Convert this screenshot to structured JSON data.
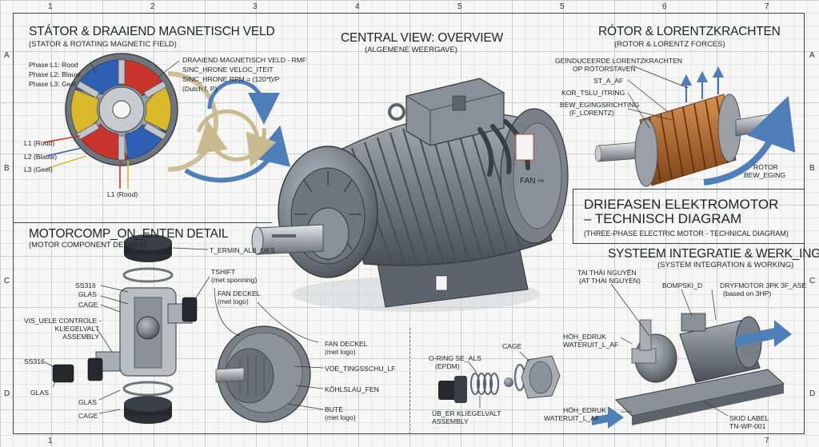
{
  "grid_columns": [
    "1",
    "2",
    "3",
    "4",
    "5",
    "5",
    "6",
    "7"
  ],
  "grid_rows_left": [
    "A",
    "B",
    "C",
    "D"
  ],
  "grid_rows_right": [
    "A",
    "B",
    "C",
    "D"
  ],
  "stator": {
    "title": "STÁTOR & DRAAIEND MAGNETISCH VELD",
    "subtitle": "(STATOR & ROTATING MAGNETIC FIELD)",
    "phase1": "Phase L1: Rood",
    "phase2": "Phase L2: Blauw",
    "phase3": "Phase L3: Geel",
    "rmf1": "DRAAIEND MAGNETISCH VELD - RMF",
    "rmf2": "SINC_HRONE VELOC_ITEIT",
    "rmf3": "SINC_HRONE RPM = (120*f)/P",
    "rmf4": "(Dutch f, P)",
    "l1": "L1 (Rood)",
    "l2": "L2 (Blauw)",
    "l3": "L3 (Geel)",
    "l1b": "L1 (Rood)"
  },
  "central": {
    "title": "CENTRAL VIEW: OVERVIEW",
    "subtitle": "(ALGEMENE WEERGAVE)",
    "fan_label": "FAN ⇨"
  },
  "rotor": {
    "title": "RÓTOR & LORENTZKRACHTEN",
    "subtitle": "(ROTOR & LORENTZ FORCES)",
    "l1": "GEÏNDUCEERDE LORENTZKRACHTEN",
    "l1b": "OP RÓTORSTAVEN",
    "l2": "ST_A_AF",
    "l3": "KOR_TSLU_ITRING",
    "l4": "BEW_EGINGSRICHTING",
    "l4b": "(F_LORENTZ)",
    "l5": "RÓTOR",
    "l5b": "BEW_EGING"
  },
  "main_title": {
    "line1": "DRIEFASEN ELEKTROMOTOR",
    "line2": "– TECHNISCH DIAGRAM",
    "line3": "(THREE-PHASE ELECTRIC MOTOR - TECHNICAL DIAGRAM)"
  },
  "components": {
    "title": "MOTORCOMP_ON_ENTEN DETAIL",
    "subtitle": "(MOTOR COMPONENT DETAILS)",
    "ss316": "SS316",
    "glas": "GLAS",
    "cage": "CAGE",
    "vis1": "VIS_UELE CONTROLE -",
    "vis2": "KLIEGELVALT",
    "vis3": "ASSEMBLY",
    "ss316b": "SS316",
    "glasb": "GLAS",
    "glasc": "GLAS",
    "cageb": "CAGE",
    "term": "T_ERMIN_ALB_OKS",
    "tshift1": "TSHIFT",
    "tshift2": "(met sponning)",
    "fan1": "FAN DECKEL",
    "fan2": "(met logo)",
    "fanb1": "FAN DECKEL",
    "fanb2": "(met logo)",
    "voe": "VOE_TINGSSCHU_LF",
    "kohl": "KÖHLSLAU_FEN",
    "bute1": "BUTE",
    "bute2": "(met logo)"
  },
  "valve": {
    "oring1": "O-RING SE_ALS",
    "oring2": "(EPDM)",
    "cage": "CAGE",
    "ub1": "ÜB_ER KLIEGELVALT",
    "ub2": "ASSEMBLY"
  },
  "system": {
    "title": "SYSTEEM INTEGRATIE & WERK_ING",
    "subtitle": "(SYSTEM INTEGRATION & WORKING)",
    "tai1": "TAI THÁI NGUYÊN",
    "tai2": "(AT THAI NGUYEN)",
    "bomp": "BOMPSKI_D",
    "dry1": "DRYFMOTOR 3PK 3F_ASE",
    "dry2": "(based on 3HP)",
    "hoh1": "HÖH_EDRUK",
    "hoh2": "WATERUIT_L_AF",
    "hohb1": "HÖH_EDRUK",
    "hohb2": "WATERUIT_L_AF",
    "skid1": "SKID LABEL",
    "skid2": "TN-WP-001"
  },
  "colors": {
    "red": "#c8342b",
    "blue": "#2f5fb3",
    "yellow": "#d9b92a",
    "steel": "#7a8088",
    "dark_steel": "#4b5058",
    "arrow_blue": "#4f7fb8",
    "arrow_tan": "#c9b98f",
    "copper": "#b3672e"
  }
}
